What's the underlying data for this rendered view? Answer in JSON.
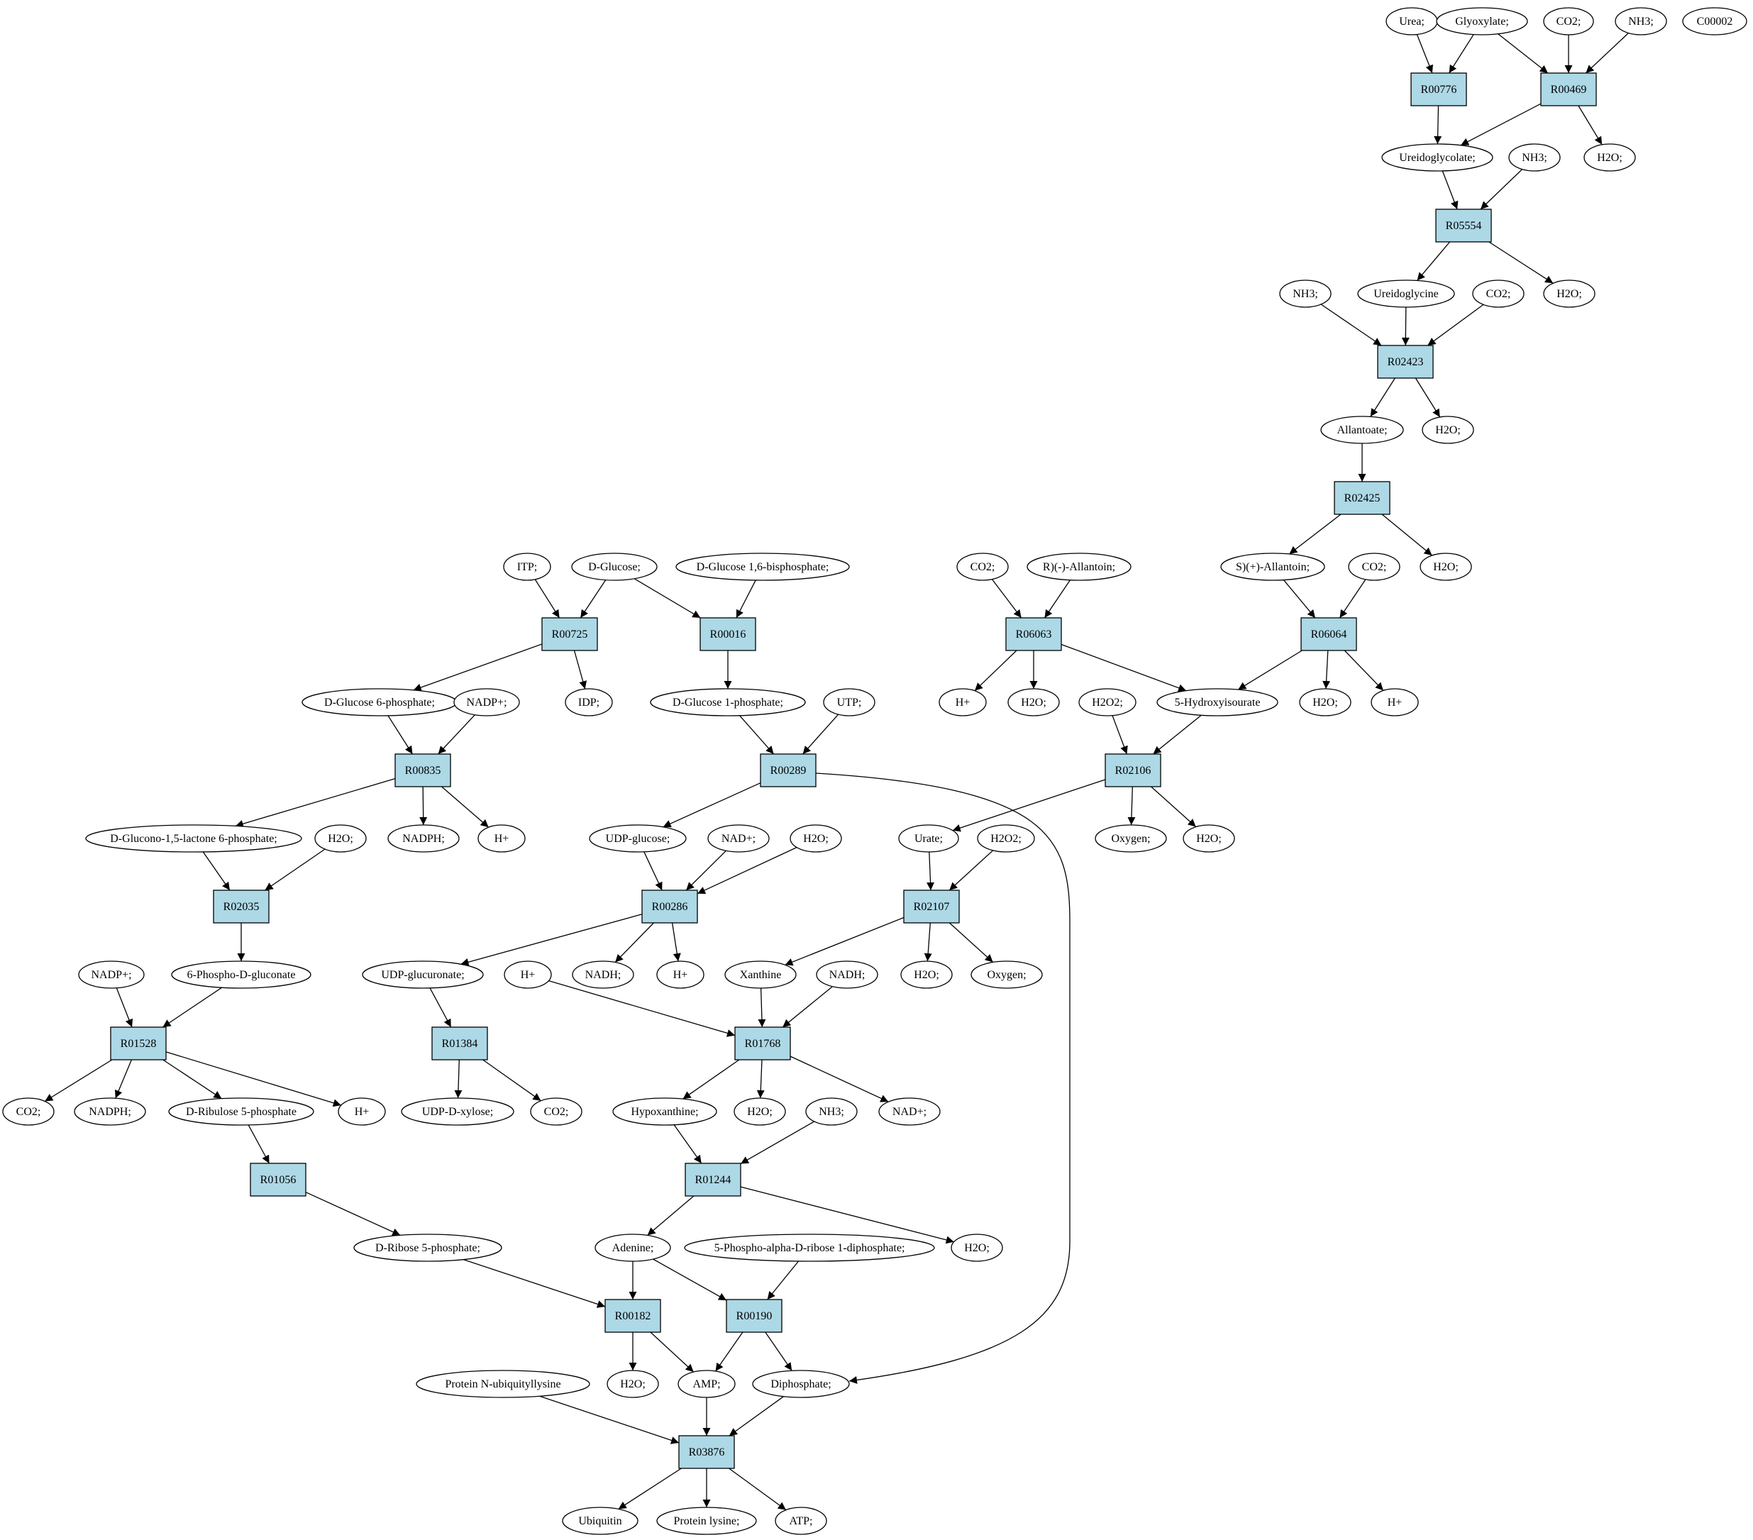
{
  "colors": {
    "reaction_fill": "#add8e6",
    "compound_fill": "#ffffff",
    "highlight_start": "#00ff00",
    "highlight_extra": "#ffff00"
  },
  "nodes": {
    "r00776": {
      "label": "R00776",
      "kind": "reaction"
    },
    "r00469": {
      "label": "R00469",
      "kind": "reaction"
    },
    "r05554": {
      "label": "R05554",
      "kind": "reaction"
    },
    "r02423": {
      "label": "R02423",
      "kind": "reaction"
    },
    "r02425": {
      "label": "R02425",
      "kind": "reaction"
    },
    "r00725": {
      "label": "R00725",
      "kind": "reaction"
    },
    "r00016": {
      "label": "R00016",
      "kind": "reaction"
    },
    "r06063": {
      "label": "R06063",
      "kind": "reaction"
    },
    "r06064": {
      "label": "R06064",
      "kind": "reaction"
    },
    "r00835": {
      "label": "R00835",
      "kind": "reaction"
    },
    "r00289": {
      "label": "R00289",
      "kind": "reaction"
    },
    "r02106": {
      "label": "R02106",
      "kind": "reaction"
    },
    "r02035": {
      "label": "R02035",
      "kind": "reaction"
    },
    "r00286": {
      "label": "R00286",
      "kind": "reaction"
    },
    "r02107": {
      "label": "R02107",
      "kind": "reaction"
    },
    "r01528": {
      "label": "R01528",
      "kind": "reaction"
    },
    "r01384": {
      "label": "R01384",
      "kind": "reaction"
    },
    "r01768": {
      "label": "R01768",
      "kind": "reaction"
    },
    "r01056": {
      "label": "R01056",
      "kind": "reaction"
    },
    "r01244": {
      "label": "R01244",
      "kind": "reaction"
    },
    "r00182": {
      "label": "R00182",
      "kind": "reaction"
    },
    "r00190": {
      "label": "R00190",
      "kind": "reaction"
    },
    "r03876": {
      "label": "R03876",
      "kind": "reaction"
    },
    "urea": {
      "label": "Urea;",
      "kind": "compound"
    },
    "glyoxylate": {
      "label": "Glyoxylate;",
      "kind": "compound"
    },
    "co2_top": {
      "label": "CO2;",
      "kind": "compound"
    },
    "nh3_top": {
      "label": "NH3;",
      "kind": "compound"
    },
    "c00002": {
      "label": "C00002",
      "kind": "extra"
    },
    "ureidoglycolate": {
      "label": "Ureidoglycolate;",
      "kind": "compound"
    },
    "nh3_b": {
      "label": "NH3;",
      "kind": "compound"
    },
    "h2o_a": {
      "label": "H2O;",
      "kind": "compound"
    },
    "nh3_c": {
      "label": "NH3;",
      "kind": "compound"
    },
    "ureidoglycine": {
      "label": "Ureidoglycine",
      "kind": "compound"
    },
    "co2_b": {
      "label": "CO2;",
      "kind": "compound"
    },
    "h2o_b": {
      "label": "H2O;",
      "kind": "compound"
    },
    "allantoate": {
      "label": "Allantoate;",
      "kind": "compound"
    },
    "h2o_c": {
      "label": "H2O;",
      "kind": "compound"
    },
    "itp": {
      "label": "ITP;",
      "kind": "compound"
    },
    "dglucose": {
      "label": "D-Glucose;",
      "kind": "start"
    },
    "dg16bp": {
      "label": "D-Glucose 1,6-bisphosphate;",
      "kind": "compound"
    },
    "co2_c": {
      "label": "CO2;",
      "kind": "compound"
    },
    "r_allantoin": {
      "label": "R)(-)-Allantoin;",
      "kind": "compound"
    },
    "s_allantoin": {
      "label": "S)(+)-Allantoin;",
      "kind": "compound"
    },
    "co2_d": {
      "label": "CO2;",
      "kind": "compound"
    },
    "h2o_d": {
      "label": "H2O;",
      "kind": "compound"
    },
    "dg6p": {
      "label": "D-Glucose 6-phosphate;",
      "kind": "compound"
    },
    "nadp_a": {
      "label": "NADP+;",
      "kind": "compound"
    },
    "idp": {
      "label": "IDP;",
      "kind": "compound"
    },
    "dg1p": {
      "label": "D-Glucose 1-phosphate;",
      "kind": "compound"
    },
    "utp": {
      "label": "UTP;",
      "kind": "compound"
    },
    "hplus_a": {
      "label": "H+",
      "kind": "compound"
    },
    "h2o_e": {
      "label": "H2O;",
      "kind": "compound"
    },
    "h2o2_a": {
      "label": "H2O2;",
      "kind": "compound"
    },
    "hydroxyisourate": {
      "label": "5-Hydroxyisourate",
      "kind": "compound"
    },
    "h2o_f": {
      "label": "H2O;",
      "kind": "compound"
    },
    "hplus_b": {
      "label": "H+",
      "kind": "compound"
    },
    "gluconolactone": {
      "label": "D-Glucono-1,5-lactone 6-phosphate;",
      "kind": "compound"
    },
    "h2o_g": {
      "label": "H2O;",
      "kind": "compound"
    },
    "nadph_a": {
      "label": "NADPH;",
      "kind": "compound"
    },
    "hplus_c": {
      "label": "H+",
      "kind": "compound"
    },
    "udpglucose": {
      "label": "UDP-glucose;",
      "kind": "compound"
    },
    "nad_a": {
      "label": "NAD+;",
      "kind": "compound"
    },
    "h2o_h": {
      "label": "H2O;",
      "kind": "compound"
    },
    "urate": {
      "label": "Urate;",
      "kind": "compound"
    },
    "h2o2_b": {
      "label": "H2O2;",
      "kind": "compound"
    },
    "oxygen_a": {
      "label": "Oxygen;",
      "kind": "compound"
    },
    "h2o_i": {
      "label": "H2O;",
      "kind": "compound"
    },
    "nadp_b": {
      "label": "NADP+;",
      "kind": "compound"
    },
    "phosphogluconate": {
      "label": "6-Phospho-D-gluconate",
      "kind": "compound"
    },
    "udpglucuronate": {
      "label": "UDP-glucuronate;",
      "kind": "compound"
    },
    "hplus_d": {
      "label": "H+",
      "kind": "compound"
    },
    "nadh_a": {
      "label": "NADH;",
      "kind": "compound"
    },
    "hplus_e": {
      "label": "H+",
      "kind": "compound"
    },
    "xanthine": {
      "label": "Xanthine",
      "kind": "compound"
    },
    "nadh_b": {
      "label": "NADH;",
      "kind": "compound"
    },
    "h2o_j": {
      "label": "H2O;",
      "kind": "compound"
    },
    "oxygen_b": {
      "label": "Oxygen;",
      "kind": "compound"
    },
    "co2_e": {
      "label": "CO2;",
      "kind": "compound"
    },
    "nadph_b": {
      "label": "NADPH;",
      "kind": "compound"
    },
    "ribulose5p": {
      "label": "D-Ribulose 5-phosphate",
      "kind": "compound"
    },
    "hplus_f": {
      "label": "H+",
      "kind": "compound"
    },
    "udpxylose": {
      "label": "UDP-D-xylose;",
      "kind": "compound"
    },
    "co2_f": {
      "label": "CO2;",
      "kind": "compound"
    },
    "hypoxanthine": {
      "label": "Hypoxanthine;",
      "kind": "compound"
    },
    "h2o_k": {
      "label": "H2O;",
      "kind": "compound"
    },
    "nh3_d": {
      "label": "NH3;",
      "kind": "compound"
    },
    "nad_b": {
      "label": "NAD+;",
      "kind": "compound"
    },
    "ribose5p": {
      "label": "D-Ribose 5-phosphate;",
      "kind": "compound"
    },
    "adenine": {
      "label": "Adenine;",
      "kind": "compound"
    },
    "prpp": {
      "label": "5-Phospho-alpha-D-ribose 1-diphosphate;",
      "kind": "compound"
    },
    "h2o_l": {
      "label": "H2O;",
      "kind": "compound"
    },
    "protein_ub": {
      "label": "Protein N-ubiquityllysine",
      "kind": "compound"
    },
    "h2o_m": {
      "label": "H2O;",
      "kind": "compound"
    },
    "amp": {
      "label": "AMP;",
      "kind": "compound"
    },
    "diphosphate": {
      "label": "Diphosphate;",
      "kind": "compound"
    },
    "ubiquitin": {
      "label": "Ubiquitin",
      "kind": "compound"
    },
    "protein_lys": {
      "label": "Protein lysine;",
      "kind": "compound"
    },
    "atp": {
      "label": "ATP;",
      "kind": "compound"
    }
  },
  "edges": [
    [
      "urea",
      "r00776"
    ],
    [
      "glyoxylate",
      "r00776"
    ],
    [
      "glyoxylate",
      "r00469"
    ],
    [
      "co2_top",
      "r00469"
    ],
    [
      "nh3_top",
      "r00469"
    ],
    [
      "r00776",
      "ureidoglycolate"
    ],
    [
      "r00469",
      "ureidoglycolate"
    ],
    [
      "r00469",
      "h2o_a"
    ],
    [
      "ureidoglycolate",
      "r05554"
    ],
    [
      "nh3_b",
      "r05554"
    ],
    [
      "r05554",
      "ureidoglycine"
    ],
    [
      "r05554",
      "h2o_b"
    ],
    [
      "nh3_c",
      "r02423"
    ],
    [
      "ureidoglycine",
      "r02423"
    ],
    [
      "co2_b",
      "r02423"
    ],
    [
      "r02423",
      "allantoate"
    ],
    [
      "r02423",
      "h2o_c"
    ],
    [
      "allantoate",
      "r02425"
    ],
    [
      "r02425",
      "s_allantoin"
    ],
    [
      "r02425",
      "h2o_d"
    ],
    [
      "s_allantoin",
      "r06064"
    ],
    [
      "co2_d",
      "r06064"
    ],
    [
      "r06064",
      "hydroxyisourate"
    ],
    [
      "r06064",
      "h2o_f"
    ],
    [
      "r06064",
      "hplus_b"
    ],
    [
      "co2_c",
      "r06063"
    ],
    [
      "r_allantoin",
      "r06063"
    ],
    [
      "r06063",
      "hplus_a"
    ],
    [
      "r06063",
      "h2o_e"
    ],
    [
      "r06063",
      "hydroxyisourate"
    ],
    [
      "h2o2_a",
      "r02106"
    ],
    [
      "hydroxyisourate",
      "r02106"
    ],
    [
      "r02106",
      "urate"
    ],
    [
      "r02106",
      "oxygen_a"
    ],
    [
      "r02106",
      "h2o_i"
    ],
    [
      "urate",
      "r02107"
    ],
    [
      "h2o2_b",
      "r02107"
    ],
    [
      "r02107",
      "xanthine"
    ],
    [
      "r02107",
      "h2o_j"
    ],
    [
      "r02107",
      "oxygen_b"
    ],
    [
      "itp",
      "r00725"
    ],
    [
      "dglucose",
      "r00725"
    ],
    [
      "dglucose",
      "r00016"
    ],
    [
      "dg16bp",
      "r00016"
    ],
    [
      "r00725",
      "dg6p"
    ],
    [
      "r00725",
      "idp"
    ],
    [
      "r00016",
      "dg1p"
    ],
    [
      "dg6p",
      "r00835"
    ],
    [
      "nadp_a",
      "r00835"
    ],
    [
      "r00835",
      "gluconolactone"
    ],
    [
      "r00835",
      "nadph_a"
    ],
    [
      "r00835",
      "hplus_c"
    ],
    [
      "dg1p",
      "r00289"
    ],
    [
      "utp",
      "r00289"
    ],
    [
      "r00289",
      "udpglucose"
    ],
    [
      "r00289",
      "diphosphate"
    ],
    [
      "gluconolactone",
      "r02035"
    ],
    [
      "h2o_g",
      "r02035"
    ],
    [
      "r02035",
      "phosphogluconate"
    ],
    [
      "udpglucose",
      "r00286"
    ],
    [
      "nad_a",
      "r00286"
    ],
    [
      "h2o_h",
      "r00286"
    ],
    [
      "r00286",
      "udpglucuronate"
    ],
    [
      "r00286",
      "nadh_a"
    ],
    [
      "r00286",
      "hplus_e"
    ],
    [
      "nadp_b",
      "r01528"
    ],
    [
      "phosphogluconate",
      "r01528"
    ],
    [
      "r01528",
      "co2_e"
    ],
    [
      "r01528",
      "nadph_b"
    ],
    [
      "r01528",
      "ribulose5p"
    ],
    [
      "r01528",
      "hplus_f"
    ],
    [
      "udpglucuronate",
      "r01384"
    ],
    [
      "r01384",
      "udpxylose"
    ],
    [
      "r01384",
      "co2_f"
    ],
    [
      "hplus_d",
      "r01768"
    ],
    [
      "xanthine",
      "r01768"
    ],
    [
      "nadh_b",
      "r01768"
    ],
    [
      "r01768",
      "hypoxanthine"
    ],
    [
      "r01768",
      "h2o_k"
    ],
    [
      "r01768",
      "nad_b"
    ],
    [
      "ribulose5p",
      "r01056"
    ],
    [
      "r01056",
      "ribose5p"
    ],
    [
      "hypoxanthine",
      "r01244"
    ],
    [
      "nh3_d",
      "r01244"
    ],
    [
      "r01244",
      "adenine"
    ],
    [
      "r01244",
      "h2o_l"
    ],
    [
      "ribose5p",
      "r00182"
    ],
    [
      "adenine",
      "r00182"
    ],
    [
      "adenine",
      "r00190"
    ],
    [
      "prpp",
      "r00190"
    ],
    [
      "r00182",
      "h2o_m"
    ],
    [
      "r00182",
      "amp"
    ],
    [
      "r00190",
      "amp"
    ],
    [
      "r00190",
      "diphosphate"
    ],
    [
      "protein_ub",
      "r03876"
    ],
    [
      "amp",
      "r03876"
    ],
    [
      "diphosphate",
      "r03876"
    ],
    [
      "r03876",
      "ubiquitin"
    ],
    [
      "r03876",
      "protein_lys"
    ],
    [
      "r03876",
      "atp"
    ]
  ]
}
